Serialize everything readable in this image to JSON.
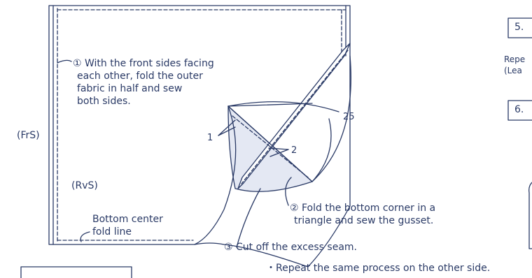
{
  "labels": {
    "front_side": "(FrS)",
    "reverse_side": "(RvS)",
    "step1_line1": "① With the front sides facing",
    "step1_line2": "each other, fold the outer",
    "step1_line3": "fabric in half and sew",
    "step1_line4": "both sides.",
    "gusset_height": "25",
    "seam_allowance": "1",
    "gusset_trim": "2",
    "step2_line1": "② Fold the bottom corner in a",
    "step2_line2": "triangle and sew the gusset.",
    "step3": "③ Cut off the excess seam.",
    "bottom_line1": "Bottom center",
    "bottom_line2": "fold line",
    "repeat_note": "・Repeat the same process on the other side."
  },
  "side_panel": {
    "step5_label": "5.",
    "repeat_text_line1": "Repe",
    "repeat_text_line2": "(Lea",
    "step6_label": "6. "
  },
  "colors": {
    "ink": "#2a3a66",
    "fill": "#e4e8f3",
    "background": "#ffffff"
  }
}
